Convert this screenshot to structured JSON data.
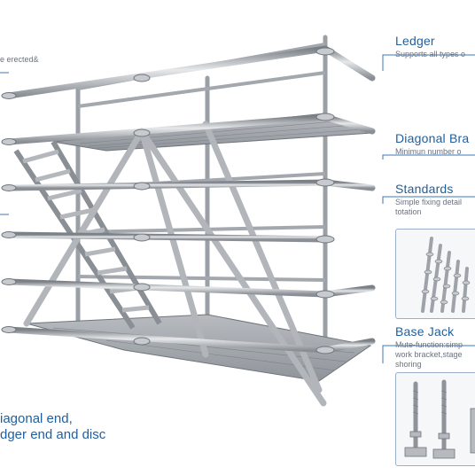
{
  "colors": {
    "label_blue": "#1f5f9e",
    "caption_gray": "#6b7280",
    "leader_line": "#3b78b8",
    "steel": "#a9adb2",
    "steel_dark": "#7c8187"
  },
  "left_notes": {
    "top_fragment": "e erected&",
    "bottom_line_1": "iagonal end,",
    "bottom_line_2": "dger end and disc"
  },
  "callouts": [
    {
      "title": "Ledger",
      "desc_1": "Supports all types o",
      "desc_2": ""
    },
    {
      "title": "Diagonal Bra",
      "desc_1": "Minimun number o",
      "desc_2": ""
    },
    {
      "title": "Standards",
      "desc_1": "Simple fixing detail",
      "desc_2": "totation"
    },
    {
      "title": "Base Jack",
      "desc_1": "Mute-function:simp",
      "desc_2": "work bracket,stage",
      "desc_3": "shoring"
    }
  ],
  "thumbnails": [
    {
      "name": "standards-photo"
    },
    {
      "name": "base-jack-photo"
    }
  ]
}
